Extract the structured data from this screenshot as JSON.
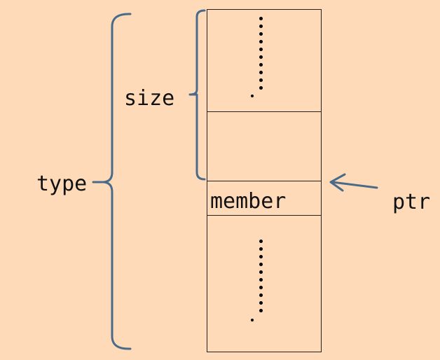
{
  "labels": {
    "type": "type",
    "size": "size",
    "member": "member",
    "ptr": "ptr"
  },
  "colors": {
    "background": "#FFDAB9",
    "bracket": "#4A6A8A",
    "line": "#222222"
  }
}
